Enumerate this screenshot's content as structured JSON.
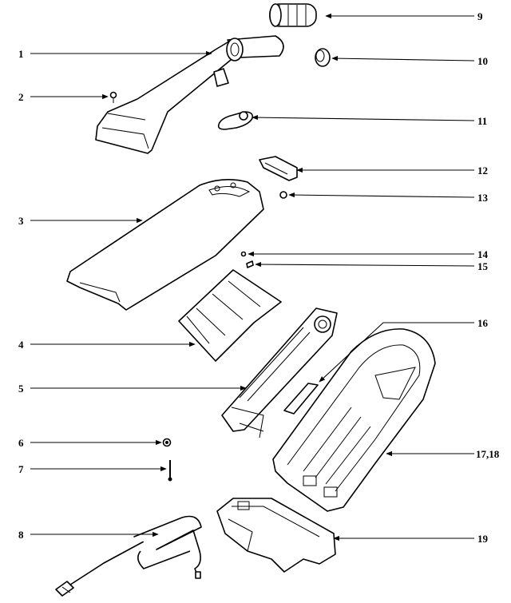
{
  "callouts": [
    {
      "id": "p1",
      "text": "1"
    },
    {
      "id": "p2",
      "text": "2"
    },
    {
      "id": "p3",
      "text": "3"
    },
    {
      "id": "p4",
      "text": "4"
    },
    {
      "id": "p5",
      "text": "5"
    },
    {
      "id": "p6",
      "text": "6"
    },
    {
      "id": "p7",
      "text": "7"
    },
    {
      "id": "p8",
      "text": "8"
    },
    {
      "id": "p9",
      "text": "9"
    },
    {
      "id": "p10",
      "text": "10"
    },
    {
      "id": "p11",
      "text": "11"
    },
    {
      "id": "p12",
      "text": "12"
    },
    {
      "id": "p13",
      "text": "13"
    },
    {
      "id": "p14",
      "text": "14"
    },
    {
      "id": "p15",
      "text": "15"
    },
    {
      "id": "p16",
      "text": "16"
    },
    {
      "id": "p17",
      "text": "17,18"
    },
    {
      "id": "p19",
      "text": "19"
    }
  ]
}
